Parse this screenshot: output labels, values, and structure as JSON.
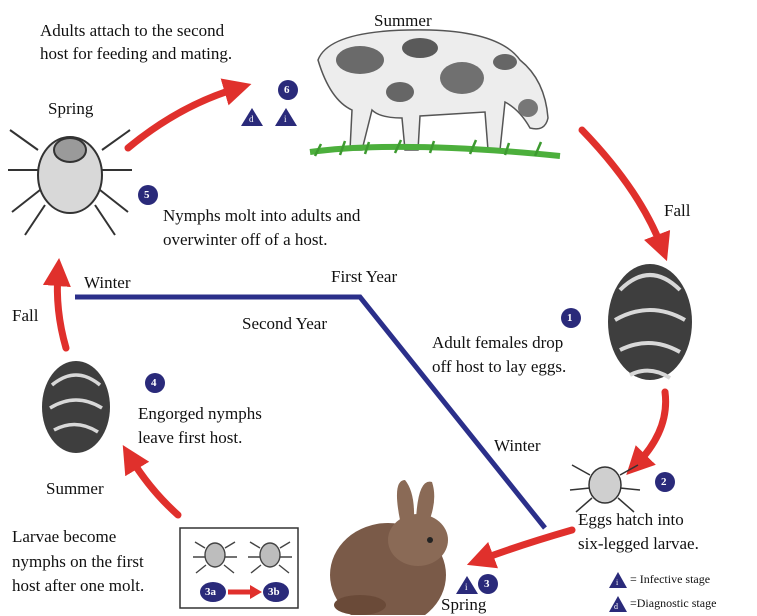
{
  "stages": {
    "s1": {
      "num": "1",
      "text": [
        "Adult females drop",
        "off host to lay eggs."
      ]
    },
    "s2": {
      "num": "2",
      "text": [
        "Eggs hatch into",
        "six-legged larvae."
      ]
    },
    "s3": {
      "num": "3",
      "text": [
        "Larvae become",
        "nymphs on the first",
        "host after one molt."
      ],
      "sub_a": "3a",
      "sub_b": "3b"
    },
    "s4": {
      "num": "4",
      "text": [
        "Engorged nymphs",
        "leave first host."
      ]
    },
    "s5": {
      "num": "5",
      "text": [
        "Nymphs molt into adults and",
        "overwinter off of a host."
      ]
    },
    "s6": {
      "num": "6",
      "text": [
        "Adults attach to the second",
        "host for feeding and mating."
      ]
    }
  },
  "seasons": {
    "summer_top": "Summer",
    "fall_right": "Fall",
    "winter_mid": "Winter",
    "spring_bottom": "Spring",
    "summer_left": "Summer",
    "fall_left": "Fall",
    "spring_top": "Spring",
    "winter_left": "Winter"
  },
  "year_labels": {
    "first": "First Year",
    "second": "Second Year"
  },
  "legend": {
    "infective_symbol": "i",
    "infective_label": "= Infective stage",
    "diagnostic_symbol": "d",
    "diagnostic_label": "=Diagnostic stage"
  },
  "colors": {
    "arrow": "#e0302c",
    "badge": "#2a2a7a",
    "timeline": "#2b2f8a",
    "grass": "#4caf3c"
  }
}
